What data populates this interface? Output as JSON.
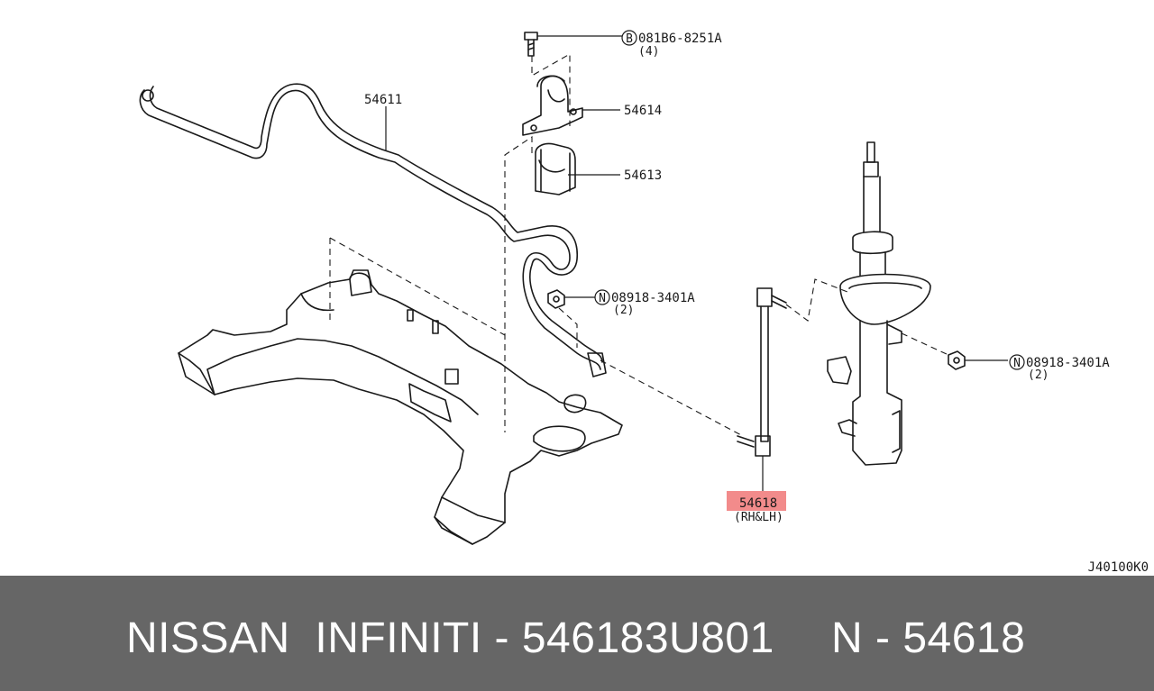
{
  "diagram": {
    "labels": {
      "stabilizer_bar": "54611",
      "bushing_clamp": "54614",
      "bushing": "54613",
      "bolt_code": "081B6-8251A",
      "bolt_qty": "(4)",
      "bolt_symbol": "B",
      "nut_code_left": "08918-3401A",
      "nut_qty_left": "(2)",
      "nut_code_right": "08918-3401A",
      "nut_qty_right": "(2)",
      "nut_symbol": "N",
      "link_rod": "54618",
      "link_rod_side": "(RH&LH)"
    },
    "highlight_color": "#f28b8b",
    "drawing_code": "J40100K0"
  },
  "footer": {
    "left_text": "NISSAN  INFINITI - 546183U801",
    "right_text": "N - 54618"
  }
}
